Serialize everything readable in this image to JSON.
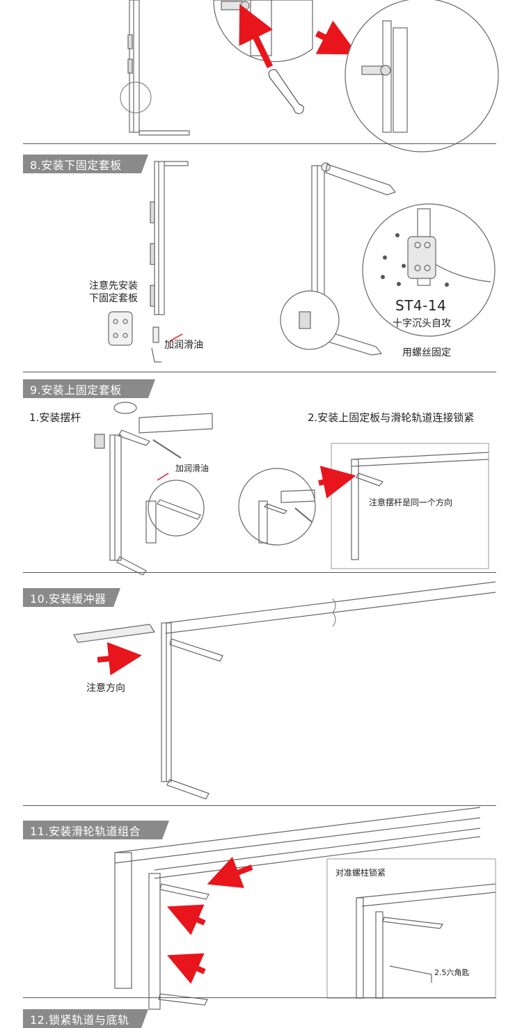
{
  "sections": [
    {
      "title": "8.安装下固定套板"
    },
    {
      "title": "9.安装上固定套板"
    },
    {
      "title": "10.安装缓冲器"
    },
    {
      "title": "11.安装滑轮轨道组合"
    },
    {
      "title": "12.锁紧轨道与底轨"
    }
  ],
  "labels": {
    "note_install_first_line1": "注意先安装",
    "note_install_first_line2": "下固定套板",
    "add_lube_1": "加润滑油",
    "screw_spec": "ST4-14",
    "screw_desc": "十字沉头自攻",
    "fix_with_screws": "用螺丝固定",
    "step_install_arm": "1.安装摆杆",
    "step_connect_lock": "2.安装上固定板与滑轮轨道连接锁紧",
    "add_lube_2": "加润滑油",
    "note_same_direction": "注意摆杆是同一个方向",
    "note_direction": "注意方向",
    "align_lock": "对准螺柱锁紧",
    "hex_key": "2.5六角匙"
  },
  "colors": {
    "header_bg": "#8a8a8a",
    "arrow": "#e8161c",
    "line": "#555555"
  }
}
